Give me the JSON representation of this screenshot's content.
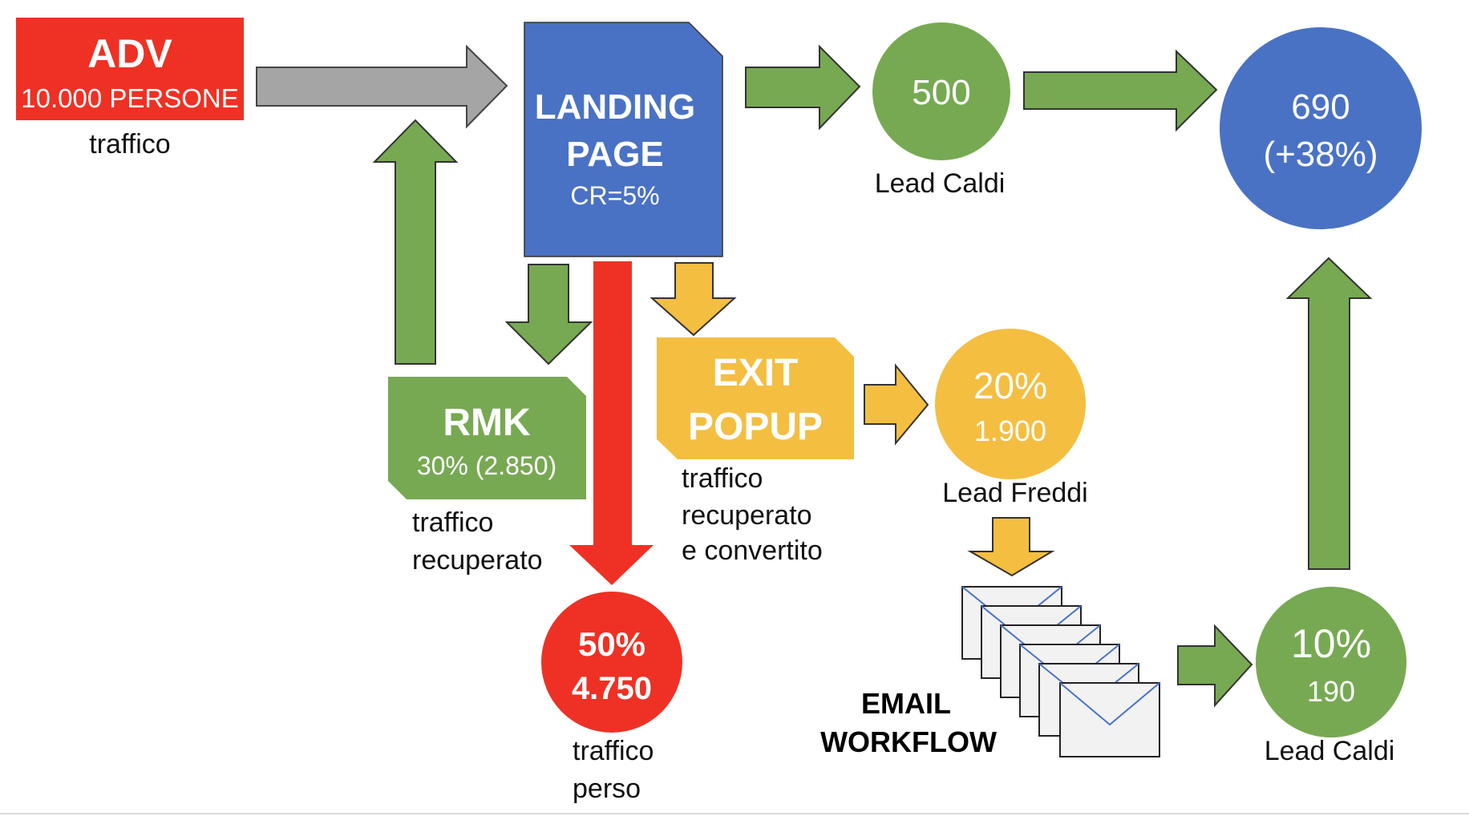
{
  "colors": {
    "red": "#EE3124",
    "blue": "#4A72C4",
    "green": "#77A952",
    "yellow": "#F4BE41",
    "gray": "#A5A5A5"
  },
  "adv": {
    "title": "ADV",
    "subtitle": "10.000 PERSONE",
    "caption": "traffico"
  },
  "landing": {
    "line1": "LANDING",
    "line2": "PAGE",
    "cr": "CR=5%"
  },
  "lead_caldi_top": {
    "value": "500",
    "caption": "Lead Caldi"
  },
  "total": {
    "value": "690",
    "delta": "(+38%)"
  },
  "rmk": {
    "title": "RMK",
    "subtitle": "30% (2.850)",
    "caption_line1": "traffico",
    "caption_line2": "recuperato"
  },
  "lost": {
    "percent": "50%",
    "value": "4.750",
    "caption_line1": "traffico",
    "caption_line2": "perso"
  },
  "exit_popup": {
    "line1": "EXIT",
    "line2": "POPUP",
    "caption_line1": "traffico",
    "caption_line2": "recuperato",
    "caption_line3": "e convertito"
  },
  "lead_freddi": {
    "percent": "20%",
    "value": "1.900",
    "caption": "Lead Freddi"
  },
  "email": {
    "line1": "EMAIL",
    "line2": "WORKFLOW"
  },
  "lead_caldi_bottom": {
    "percent": "10%",
    "value": "190",
    "caption": "Lead Caldi"
  }
}
